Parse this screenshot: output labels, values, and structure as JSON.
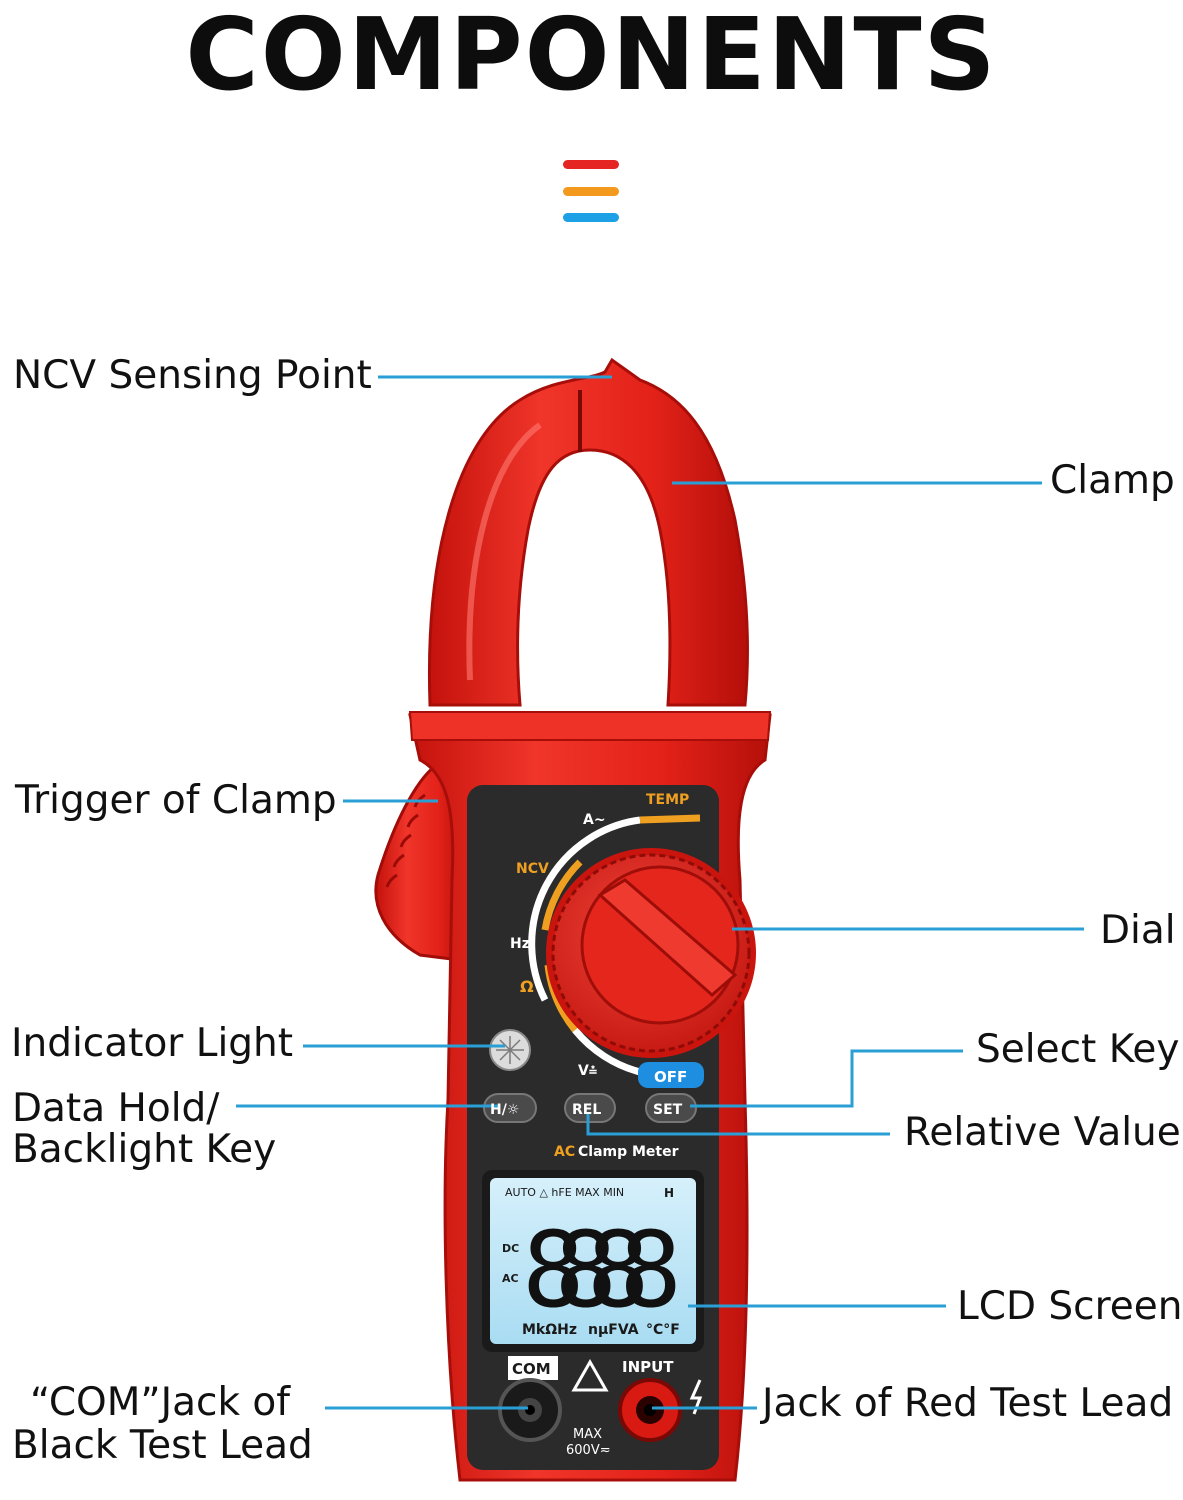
{
  "title": "COMPONENTS",
  "accent_bars": [
    "#e52521",
    "#f39a1e",
    "#1ea0e6"
  ],
  "leader_color": "#2a9fd6",
  "labels": {
    "ncv_sensing_point": "NCV Sensing Point",
    "clamp": "Clamp",
    "trigger_of_clamp": "Trigger of Clamp",
    "dial": "Dial",
    "indicator_light": "Indicator Light",
    "select_key": "Select Key",
    "data_hold_backlight_key_line1": "Data Hold/",
    "data_hold_backlight_key_line2": "Backlight Key",
    "relative_value": "Relative Value",
    "lcd_screen": "LCD Screen",
    "com_jack_line1": "“COM”Jack of",
    "com_jack_line2": "Black Test Lead",
    "red_jack": "Jack of Red Test Lead"
  },
  "device": {
    "body_color": "#e8241c",
    "panel_color": "#2b2b2b",
    "dial_ring_white": "#ffffff",
    "dial_ring_orange": "#f0a020",
    "off_color": "#1e8ee0",
    "lcd_color": "#bfe6f7",
    "dial_marks": {
      "temp": "TEMP",
      "a_ac": "A~",
      "ncv": "NCV",
      "hz": "Hz",
      "ohm": "Ω",
      "v": "V⩮",
      "off": "OFF"
    },
    "buttons": {
      "hold": "H/☼",
      "rel": "REL",
      "set": "SET"
    },
    "model_text_prefix": "AC",
    "model_text": "Clamp Meter",
    "lcd": {
      "top_flags": "AUTO  △  hFE MAX MIN",
      "hold_flag": "H",
      "side_flags": [
        "DC",
        "AC"
      ],
      "digits": "8888",
      "bottom_units_1": "MkΩHz",
      "bottom_units_2": "nμFVA",
      "bottom_units_3": "°C°F"
    },
    "jacks": {
      "com": "COM",
      "input": "INPUT",
      "max_line1": "MAX",
      "max_line2": "600V≂"
    }
  }
}
